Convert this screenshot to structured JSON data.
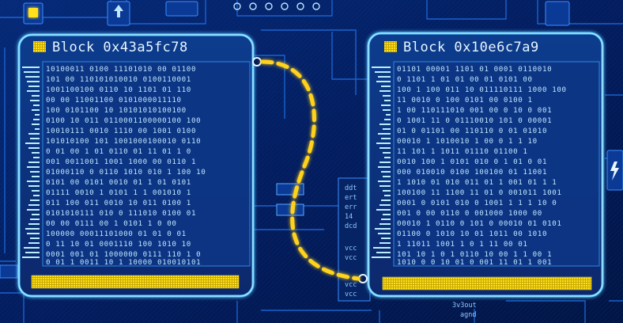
{
  "blocks": [
    {
      "title": "Block 0x43a5fc78",
      "bits": [
        "10100011  0100 11101010 00  01100",
        "101 00  110101010010  0100110001",
        "1001100100 0110  10 1101  01  110",
        "00  00  11001100  0101000011110",
        "100  0101100  10  10101010100100",
        "0100  10  011 0110001100000100 100",
        "10010111 0010 1110  00 1001  0100",
        "101010100 101 1001000100010 0110",
        "0 01 00 1  01 0110 01 11  01 1 0",
        "001 0011001 1001 1000 00 0110 1",
        "01000110 0 0110 1010 010 1 100 10",
        "0101 00 0101 0010 01 1 01 0101",
        "01111 0010  1  0101 1 1 001010 1",
        "011 100 011  0010 10 011 0100 1",
        "0101010111 010 0 111010  0100 01",
        "00  00  0111 00 1 0101 1 0 00",
        "100000 00011101000  01 01 0 01",
        "0  11 10 01  0001110 100 1010 10",
        "0001 001  01 1000000 0111 110 1 0",
        "0 01 1 0011 10 1 10000 010010101"
      ]
    },
    {
      "title": "Block 0x10e6c7a9",
      "bits": [
        "01101  00001 1101 01 0001 0110010",
        "0  1101 1 01  01  00 01 0101  00",
        "100 1 100 011 10 011110111 1000 100",
        "11  0010  0 100 0101  00  0100 1",
        "1 00 110111010 001 00  0 10 0 001",
        "0  1001 11 0  01110010 101 0 00001",
        "01  0 01101  00 110110 0 01 01010",
        "00010  1  1010010 1 00 0 1 1 10",
        "11  101 1  1011 01110  01100 1",
        "0010 100 1 0101 010 0 1 01 0 01",
        "000 010010 0100 100100  01 11001",
        "1 1010 01 010 011 01 1 001 01 1 1",
        "100100 11 1100 11 01 0 001011 1001",
        "0001 0 0101 010 0 1001 1 1 1 10 0",
        "001 0 00 0110 0 001000 1000 00",
        "00010 1 0110 0 101 0 00010 01 0101",
        "01100 0 1010 10 01  1011 00 1010",
        "1  11011 1001 1 0 1 11 00 01",
        "101 10 1 0 1 0110  10 00 1 1 00 1",
        "1010 0 0 10 01 0 001 11 01 1 001"
      ]
    }
  ],
  "board_labels": [
    "ddt",
    "ert",
    "err",
    "14",
    "dcd",
    "vcc",
    "vcc",
    "vcc",
    "vcc",
    "3v3out",
    "agnd"
  ],
  "colors": {
    "background": "#031a55",
    "panel_border": "#58c8ff",
    "panel_fill": "#0a2f7a",
    "link_dash": "#ffd21a",
    "chip_yellow": "#ffe11e"
  },
  "icons": [
    "chip-icon",
    "lightning-icon",
    "arrow-up-icon",
    "circle-node-icon"
  ]
}
